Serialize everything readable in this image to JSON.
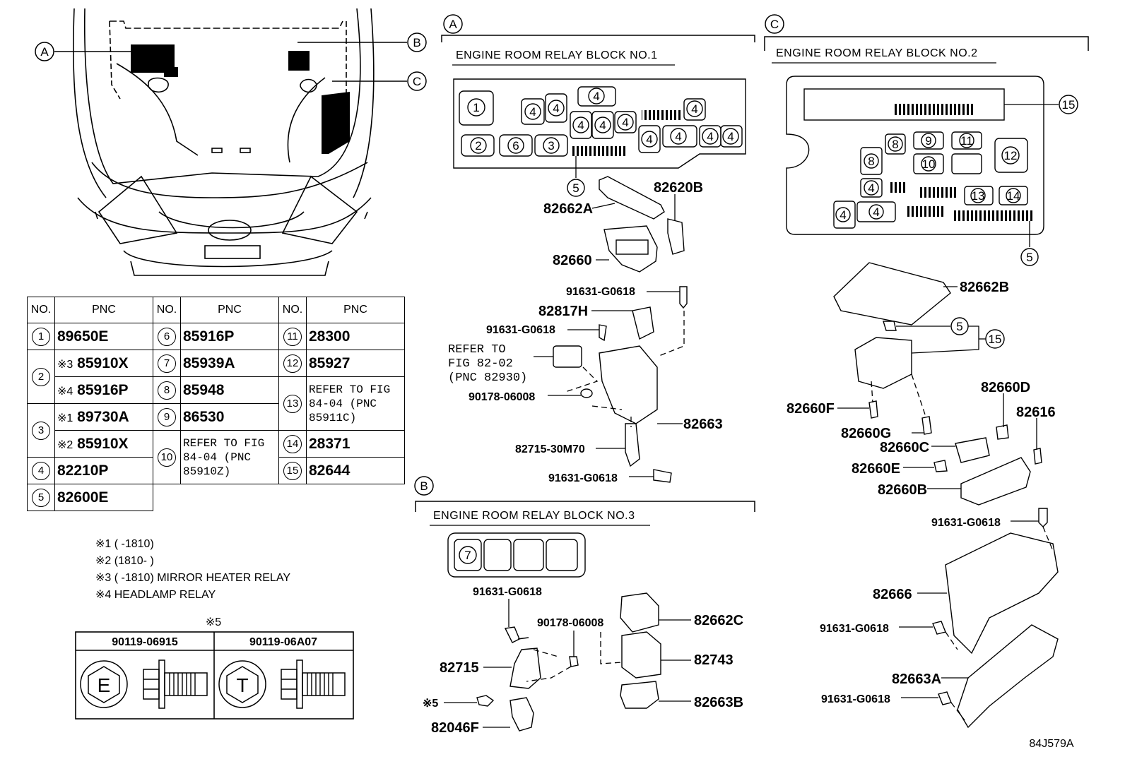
{
  "callouts": {
    "a": "A",
    "b": "B",
    "c": "C"
  },
  "block_titles": {
    "no1": "ENGINE ROOM RELAY BLOCK  NO.1",
    "no2": "ENGINE ROOM RELAY BLOCK  NO.2",
    "no3": "ENGINE ROOM RELAY BLOCK  NO.3"
  },
  "table": {
    "headers": {
      "no": "NO.",
      "pnc": "PNC"
    },
    "rows": {
      "r1": "89650E",
      "r2a": "85910X",
      "r2b": "85916P",
      "r3a": "89730A",
      "r3b": "85910X",
      "r4": "82210P",
      "r5": "82600E",
      "r6": "85916P",
      "r7": "85939A",
      "r8": "85948",
      "r9": "86530",
      "r10": "REFER TO FIG 84-04 (PNC 85910Z)",
      "r11": "28300",
      "r12": "85927",
      "r13": "REFER TO FIG 84-04 (PNC 85911C)",
      "r14": "28371",
      "r15": "82644"
    },
    "nums": [
      "1",
      "2",
      "3",
      "4",
      "5",
      "6",
      "7",
      "8",
      "9",
      "10",
      "11",
      "12",
      "13",
      "14",
      "15"
    ],
    "marks": {
      "m1": "※1",
      "m2": "※2",
      "m3": "※3",
      "m4": "※4"
    }
  },
  "notes": [
    "※1 (       -1810)",
    "※2 (1810-       )",
    "※3 (       -1810) MIRROR HEATER RELAY",
    "※4 HEADLAMP RELAY"
  ],
  "bolt_table": {
    "title": "※5",
    "col1": "90119-06915",
    "col2": "90119-06A07",
    "mark1": "E",
    "mark2": "T"
  },
  "parts_a": {
    "p82620B": "82620B",
    "p82662A": "82662A",
    "p82660": "82660",
    "b1": "91631-G0618",
    "p82817H": "82817H",
    "b2": "91631-G0618",
    "ref1": "REFER TO",
    "ref2": "FIG 82-02",
    "ref3": "(PNC 82930)",
    "n1": "90178-06008",
    "p82663": "82663",
    "p82715": "82715-30M70",
    "b3": "91631-G0618"
  },
  "parts_b": {
    "b1": "91631-G0618",
    "n1": "90178-06008",
    "p82662C": "82662C",
    "p82715": "82715",
    "p82743": "82743",
    "m5": "※5",
    "p82663B": "82663B",
    "p82046F": "82046F"
  },
  "parts_c": {
    "p82662B": "82662B",
    "p82660D": "82660D",
    "p82660F": "82660F",
    "p82616": "82616",
    "p82660G": "82660G",
    "p82660C": "82660C",
    "p82660E": "82660E",
    "p82660B": "82660B",
    "b1": "91631-G0618",
    "p82666": "82666",
    "b2": "91631-G0618",
    "p82663A": "82663A",
    "b3": "91631-G0618"
  },
  "figure_code": "84J579A"
}
